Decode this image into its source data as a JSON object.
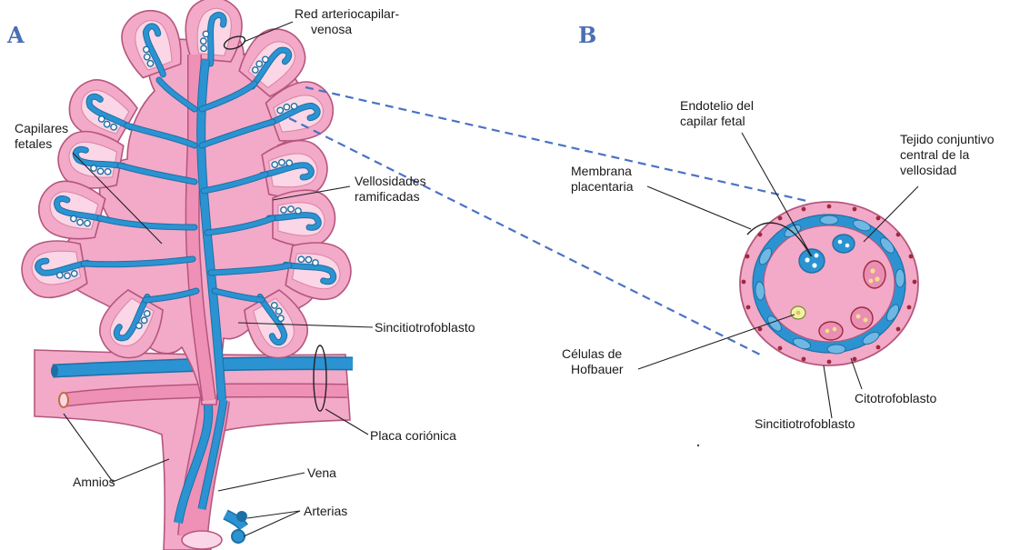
{
  "panels": {
    "a": "A",
    "b": "B"
  },
  "labels_a": {
    "red_line1": "Red arteriocapilar-",
    "red_line2": "venosa",
    "capilares_line1": "Capilares",
    "capilares_line2": "fetales",
    "vellosidades_line1": "Vellosidades",
    "vellosidades_line2": "ramificadas",
    "sincitio": "Sincitiotrofoblasto",
    "placa": "Placa coriónica",
    "amnios": "Amnios",
    "vena": "Vena",
    "arterias": "Arterias"
  },
  "labels_b": {
    "endotelio_line1": "Endotelio del",
    "endotelio_line2": "capilar fetal",
    "tejido_line1": "Tejido conjuntivo",
    "tejido_line2": "central de la",
    "tejido_line3": "vellosidad",
    "membrana_line1": "Membrana",
    "membrana_line2": "placentaria",
    "hofbauer_line1": "Células de",
    "hofbauer_line2": "Hofbauer",
    "citotrofoblasto": "Citotrofoblasto",
    "sincitio": "Sincitiotrofoblasto"
  },
  "colors": {
    "tissue_pink": "#f3a9c8",
    "tissue_outline": "#b5567d",
    "vessel_blue": "#2b93d1",
    "vessel_blue_dark": "#1d6fa5",
    "lacuna_light": "#fbd6e6",
    "panel_letter": "#4a6fb3",
    "dashed_link": "#4a72c4"
  }
}
